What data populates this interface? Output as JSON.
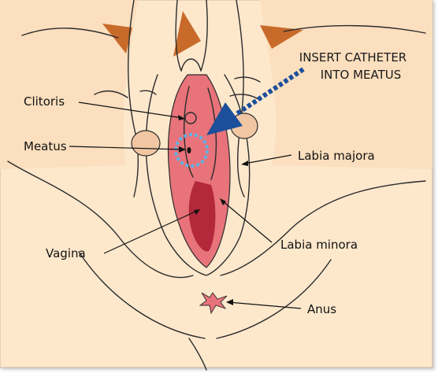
{
  "callout": {
    "line1": "INSERT CATHETER",
    "line2": "INTO MEATUS"
  },
  "labels": {
    "clitoris": "Clitoris",
    "meatus": "Meatus",
    "labia_majora": "Labia majora",
    "vagina": "Vagina",
    "labia_minora": "Labia minora",
    "anus": "Anus"
  },
  "colors": {
    "skin": "#fde8cc",
    "background_shading": "#f9d9b3",
    "fabric": "#c86a2a",
    "pink": "#e8737a",
    "dark_pink": "#b3283a",
    "knee_pad": "#f1c7a3",
    "arrow": "#1c4f9c",
    "meatus_ring": "#5fb2e6"
  }
}
